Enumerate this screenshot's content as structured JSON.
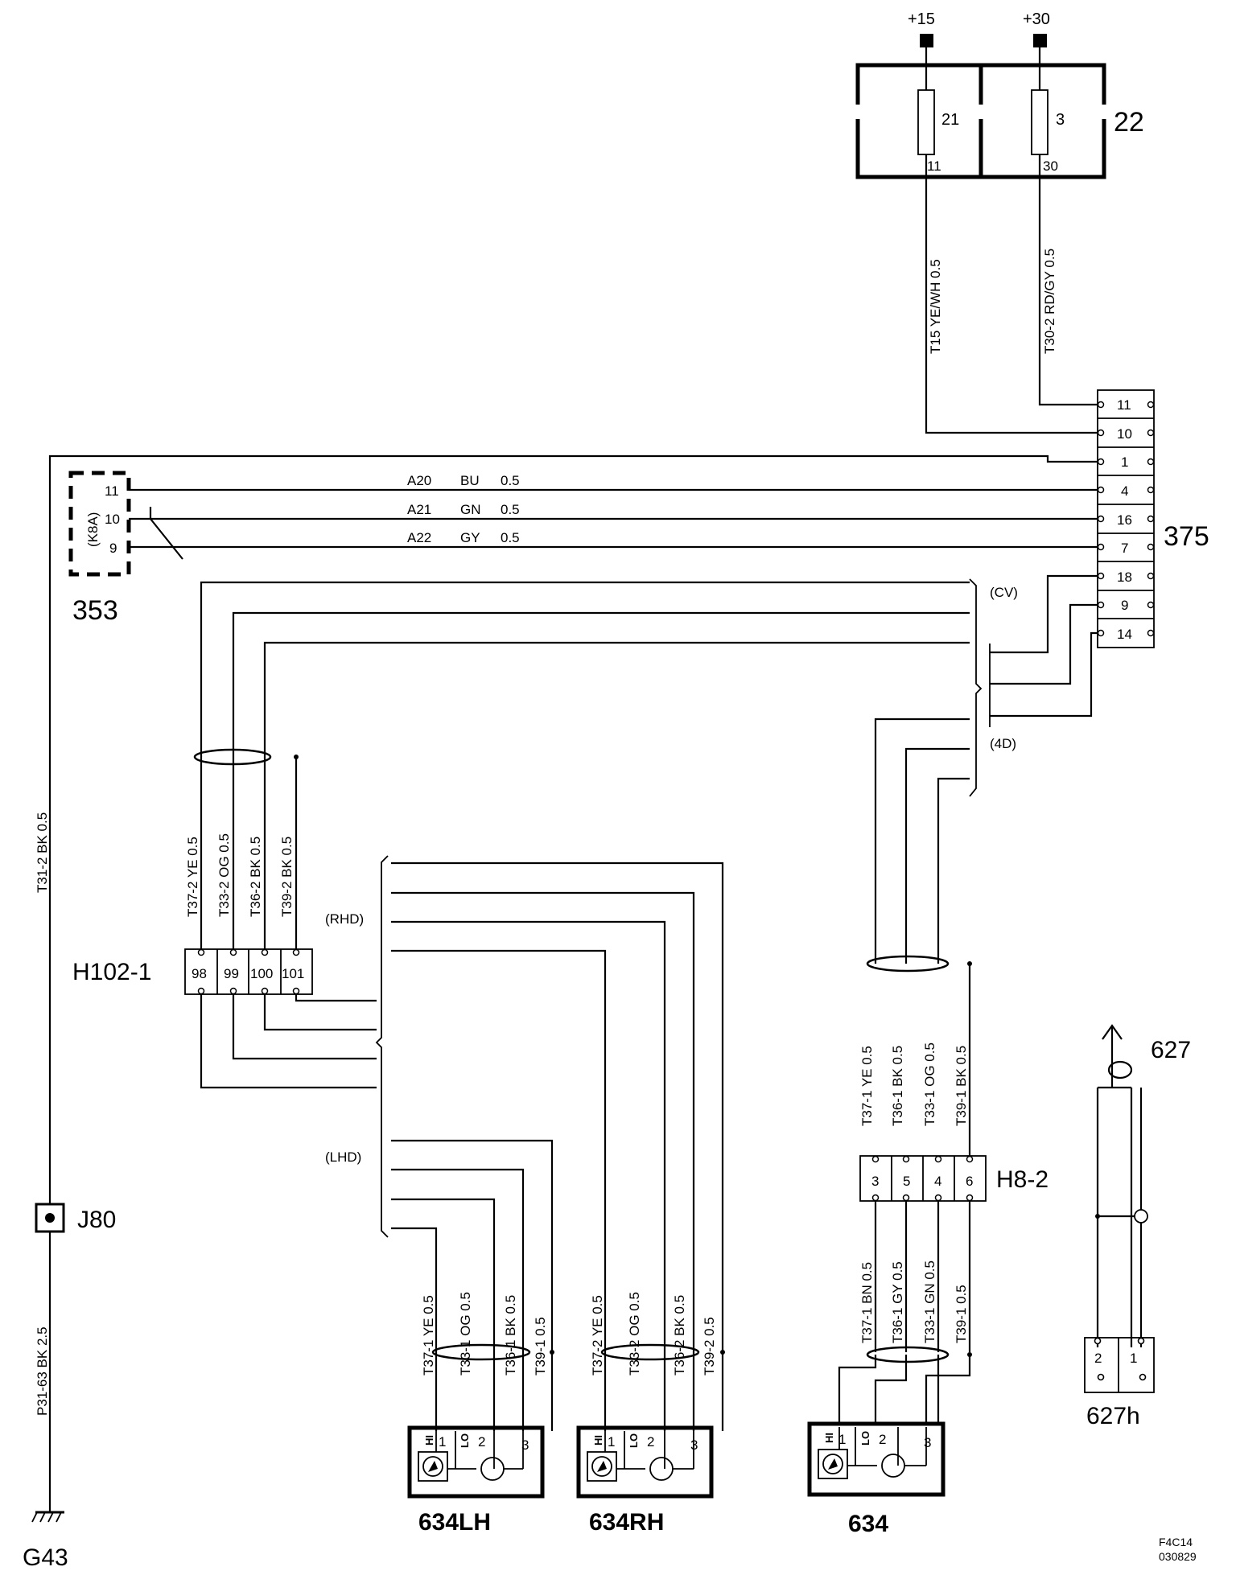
{
  "power": {
    "t15": "+15",
    "t30": "+30"
  },
  "fusebox": {
    "id": "22",
    "fuse_a": {
      "number": "21",
      "pin": "11"
    },
    "fuse_b": {
      "number": "3",
      "pin": "30"
    }
  },
  "wires_top": {
    "t15": "T15 YE/WH 0.5",
    "t30": "T30-2 RD/GY 0.5"
  },
  "connector_375": {
    "id": "375",
    "pins": [
      "11",
      "10",
      "1",
      "4",
      "16",
      "7",
      "18",
      "9",
      "14"
    ]
  },
  "module_353": {
    "id": "353",
    "inner": "(K8A)",
    "pins": [
      "11",
      "10",
      "9"
    ]
  },
  "bus_wires": {
    "a20": {
      "code": "A20",
      "color": "BU",
      "size": "0.5"
    },
    "a21": {
      "code": "A21",
      "color": "GN",
      "size": "0.5"
    },
    "a22": {
      "code": "A22",
      "color": "GY",
      "size": "0.5"
    }
  },
  "variants": {
    "cv": "(CV)",
    "d4": "(4D)",
    "rhd": "(RHD)",
    "lhd": "(LHD)"
  },
  "ground_wire": {
    "upper": "T31-2 BK 0.5",
    "lower": "P31-63 BK 2.5"
  },
  "splice": "J80",
  "ground": "G43",
  "h102": {
    "id": "H102-1",
    "pins": [
      "98",
      "99",
      "100",
      "101"
    ],
    "wires": [
      "T37-2 YE 0.5",
      "T33-2 OG 0.5",
      "T36-2 BK 0.5",
      "T39-2 BK 0.5"
    ]
  },
  "h8": {
    "id": "H8-2",
    "pins": [
      "3",
      "5",
      "4",
      "6"
    ],
    "wires_upper": [
      "T37-1 YE 0.5",
      "T36-1 BK 0.5",
      "T33-1 OG 0.5",
      "T39-1 BK 0.5"
    ],
    "wires_lower": [
      "T37-1 BN 0.5",
      "T36-1 GY 0.5",
      "T33-1 GN 0.5",
      "T39-1 0.5"
    ]
  },
  "speaker_lh": {
    "id": "634LH",
    "wires": [
      "T37-1 YE 0.5",
      "T33-1 OG 0.5",
      "T36-1 BK 0.5",
      "T39-1 0.5"
    ],
    "pins": {
      "hi": "HI",
      "p1": "1",
      "lo": "LO",
      "p2": "2",
      "p3": "3"
    }
  },
  "speaker_rh": {
    "id": "634RH",
    "wires": [
      "T37-2 YE 0.5",
      "T33-2 OG 0.5",
      "T36-2 BK 0.5",
      "T39-2 0.5"
    ],
    "pins": {
      "hi": "HI",
      "p1": "1",
      "lo": "LO",
      "p2": "2",
      "p3": "3"
    }
  },
  "speaker_634": {
    "id": "634",
    "pins": {
      "hi": "HI",
      "p1": "1",
      "lo": "LO",
      "p2": "2",
      "p3": "3"
    }
  },
  "antenna": {
    "id": "627",
    "connector": "627h",
    "pins": [
      "2",
      "1"
    ]
  },
  "footer": {
    "code": "F4C14",
    "date": "030829"
  }
}
